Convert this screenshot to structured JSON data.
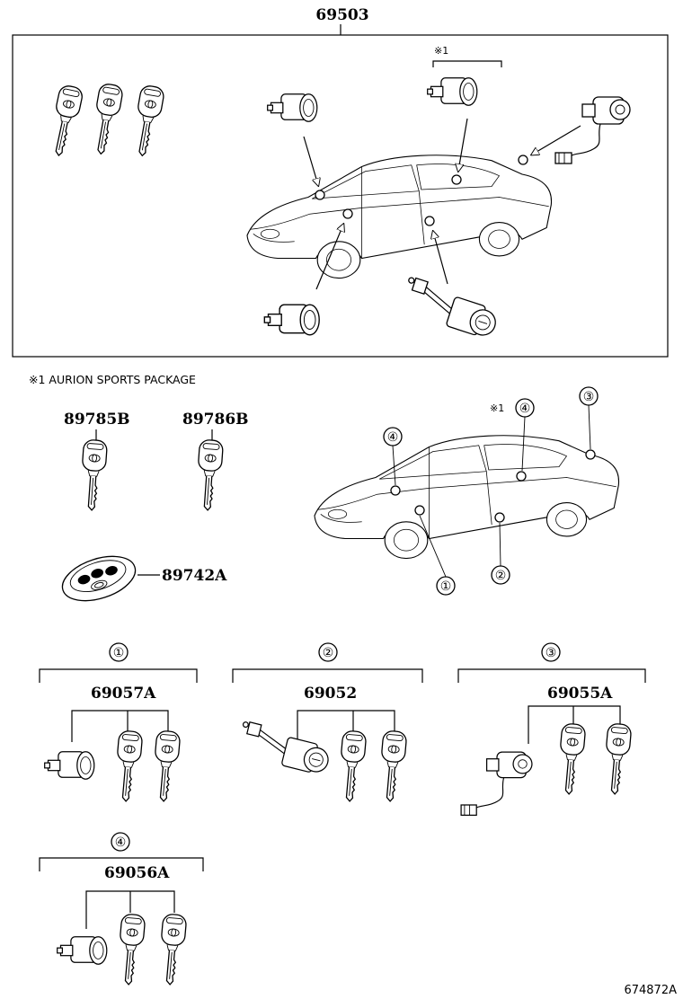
{
  "top_assembly": {
    "part_number": "69503",
    "note_marker": "※1"
  },
  "note": {
    "text": "※1 AURION SPORTS PACKAGE",
    "marker": "※1"
  },
  "loose_keys": [
    {
      "part_number": "89785B"
    },
    {
      "part_number": "89786B"
    }
  ],
  "remote": {
    "part_number": "89742A"
  },
  "location_callouts": [
    "①",
    "②",
    "③",
    "④",
    "④"
  ],
  "sets": [
    {
      "marker": "①",
      "part_number": "69057A"
    },
    {
      "marker": "②",
      "part_number": "69052"
    },
    {
      "marker": "③",
      "part_number": "69055A"
    },
    {
      "marker": "④",
      "part_number": "69056A"
    }
  ],
  "figure_code": "674872A"
}
